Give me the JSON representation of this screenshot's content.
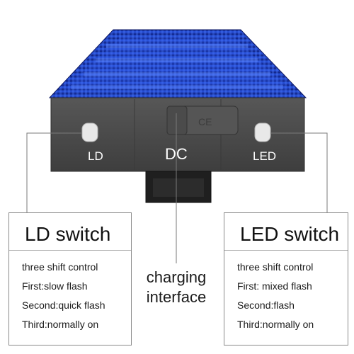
{
  "device": {
    "left_button_label": "LD",
    "center_label": "DC",
    "right_button_label": "LED",
    "dc_port_marking": "CE",
    "colors": {
      "lens_blue": "#1f3fbf",
      "body_gray": "#4a4a4a",
      "button": "#e8e8e8"
    }
  },
  "left_panel": {
    "title": "LD switch",
    "lines": [
      "three shift control",
      "First:slow flash",
      "Second:quick flash",
      "Third:normally on"
    ]
  },
  "right_panel": {
    "title": "LED switch",
    "lines": [
      "three shift control",
      "First: mixed flash",
      "Second:flash",
      "Third:normally on"
    ]
  },
  "center_callout": {
    "line1": "charging",
    "line2": "interface"
  }
}
